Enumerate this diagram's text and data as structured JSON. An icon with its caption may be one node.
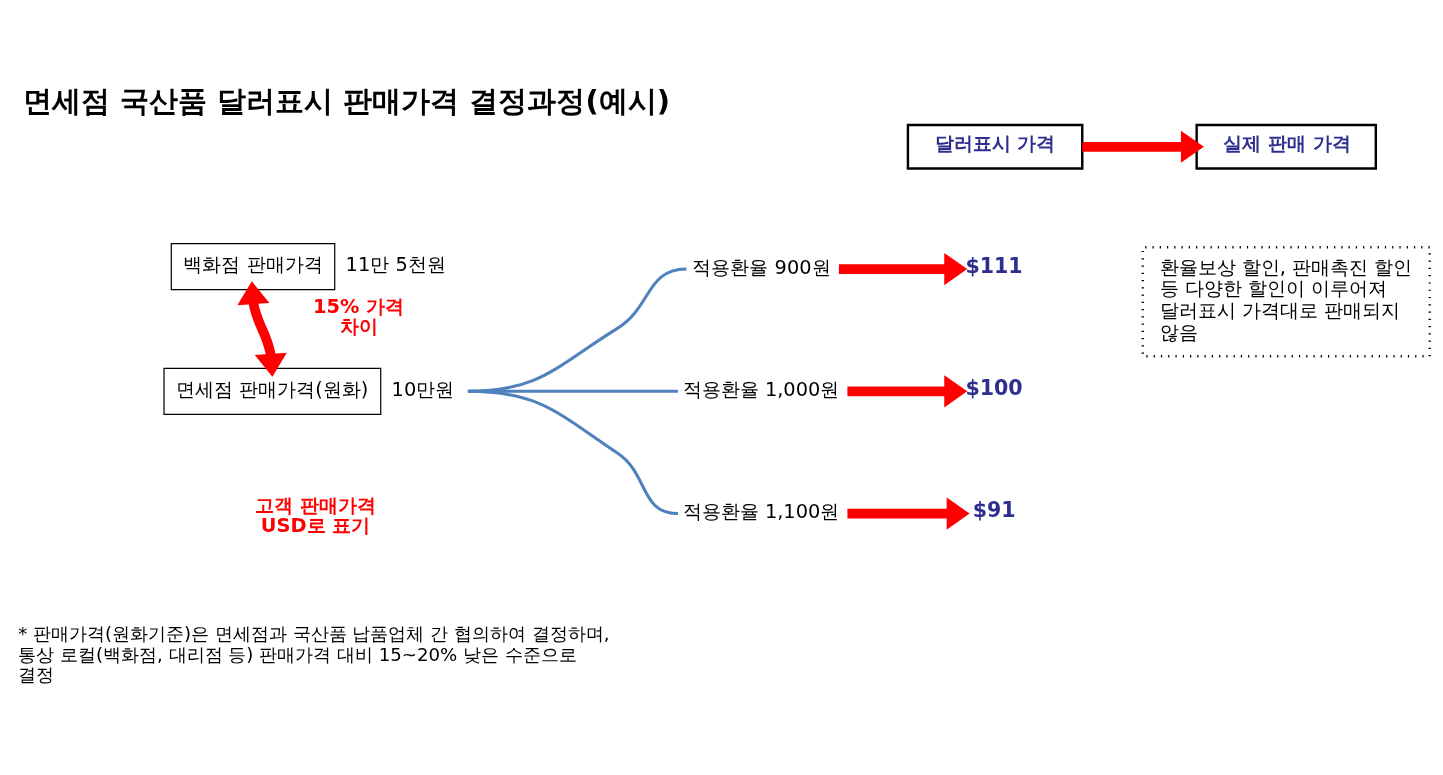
{
  "diagram": {
    "title": "면세점 국산품 달러표시 판매가격 결정과정(예시)",
    "nodes": [
      {
        "text": [
          "백화점 판매가격"
        ],
        "beside": [
          "11만 5천원"
        ]
      },
      {
        "text": [
          "면세점 판매가격(원화)"
        ],
        "beside": [
          "10만원"
        ]
      },
      {
        "text": [
          "달러표시 가격"
        ]
      },
      {
        "text": [
          "실제 판매 가격"
        ]
      },
      {
        "text": [
          "적용환율 900원"
        ]
      },
      {
        "text": [
          "$111"
        ]
      },
      {
        "text": [
          "적용환율 1,000원"
        ]
      },
      {
        "text": [
          "$100"
        ]
      },
      {
        "text": [
          "적용환율 1,100원"
        ]
      },
      {
        "text": [
          "$91"
        ]
      },
      {
        "text": [
          "환율보상 할인, 판매촉진 할인 등 다양한 할인이 이루어져 달러표시 가격대로 판매되지 않음"
        ]
      }
    ],
    "edges": [
      {
        "from": 0,
        "to": 1,
        "arrow": "both",
        "label": "15% 가격 차이"
      },
      {
        "from": 1,
        "to": 4,
        "arrow": "none",
        "color": "#4f81bd"
      },
      {
        "from": 1,
        "to": 6,
        "arrow": "none",
        "color": "#4f81bd"
      },
      {
        "from": 1,
        "to": 8,
        "arrow": "none",
        "color": "#4f81bd"
      },
      {
        "from": 2,
        "to": 3,
        "arrow": "to"
      },
      {
        "from": 4,
        "to": 5,
        "arrow": "to"
      },
      {
        "from": 6,
        "to": 7,
        "arrow": "to"
      },
      {
        "from": 8,
        "to": 9,
        "arrow": "to"
      }
    ],
    "labels": [
      "고객 판매가격 USD로 표기",
      "* 판매가격(원화기준)은 면세점과 국산품 납품업체 간 협의하여 결정하며, 통상 로컬(백화점, 대리점 등) 판매가격 대비 15~20% 낮은 수준으로 결정"
    ]
  }
}
